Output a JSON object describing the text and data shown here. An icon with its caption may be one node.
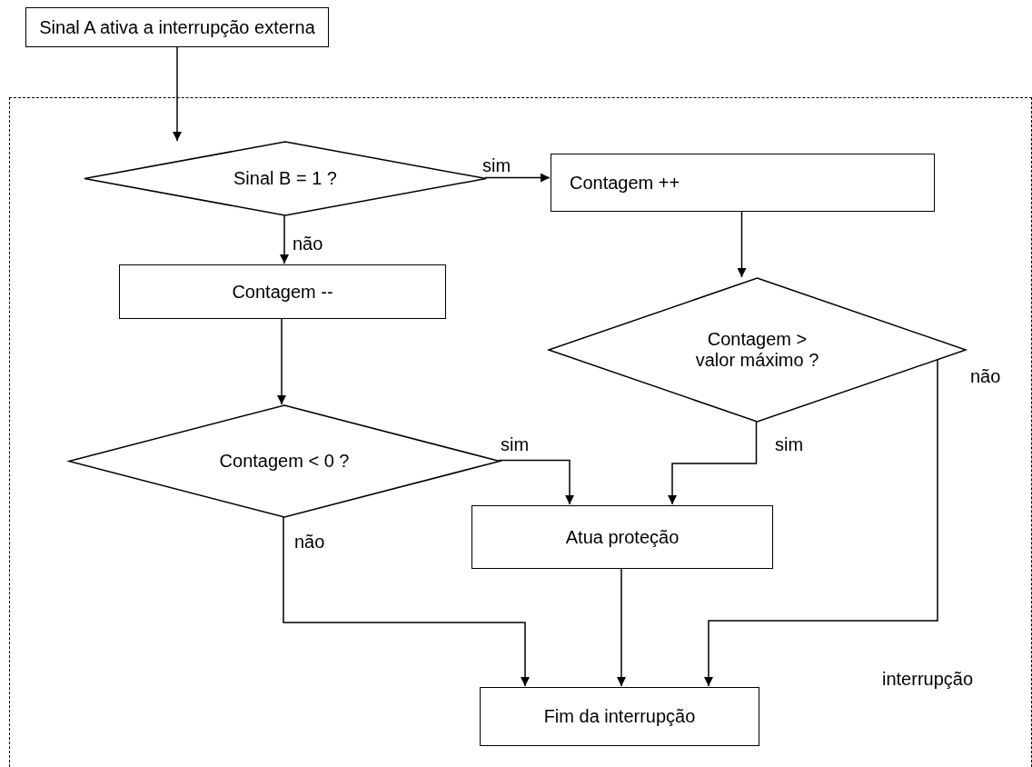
{
  "diagram": {
    "nodes": [
      {
        "text": [
          "Sinal A ativa a interrupção externa"
        ]
      },
      {
        "text": [
          "interrupção"
        ]
      },
      {
        "text": [
          "Sinal B  = 1 ?"
        ],
        "in": 1
      },
      {
        "text": [
          "Contagem ++"
        ],
        "in": 1
      },
      {
        "text": [
          "Contagem --"
        ],
        "in": 1
      },
      {
        "text": [
          "Contagem > valor máximo ?"
        ],
        "in": 1
      },
      {
        "text": [
          "Contagem < 0 ?"
        ],
        "in": 1
      },
      {
        "text": [
          "Atua proteção"
        ],
        "in": 1
      },
      {
        "text": [
          "Fim da interrupção"
        ],
        "in": 1
      }
    ],
    "edges": [
      {
        "from": 0,
        "to": 2,
        "arrow": "to"
      },
      {
        "from": 2,
        "to": 3,
        "arrow": "to",
        "label": "sim"
      },
      {
        "from": 2,
        "to": 4,
        "arrow": "to",
        "label": "não"
      },
      {
        "from": 3,
        "to": 5,
        "arrow": "to"
      },
      {
        "from": 4,
        "to": 6,
        "arrow": "to"
      },
      {
        "from": 6,
        "to": 7,
        "arrow": "to",
        "label": "sim"
      },
      {
        "from": 5,
        "to": 7,
        "arrow": "to",
        "label": "sim"
      },
      {
        "from": 5,
        "to": 8,
        "arrow": "to",
        "label": "não"
      },
      {
        "from": 6,
        "to": 8,
        "arrow": "to",
        "label": "não"
      },
      {
        "from": 7,
        "to": 8,
        "arrow": "to"
      }
    ]
  }
}
